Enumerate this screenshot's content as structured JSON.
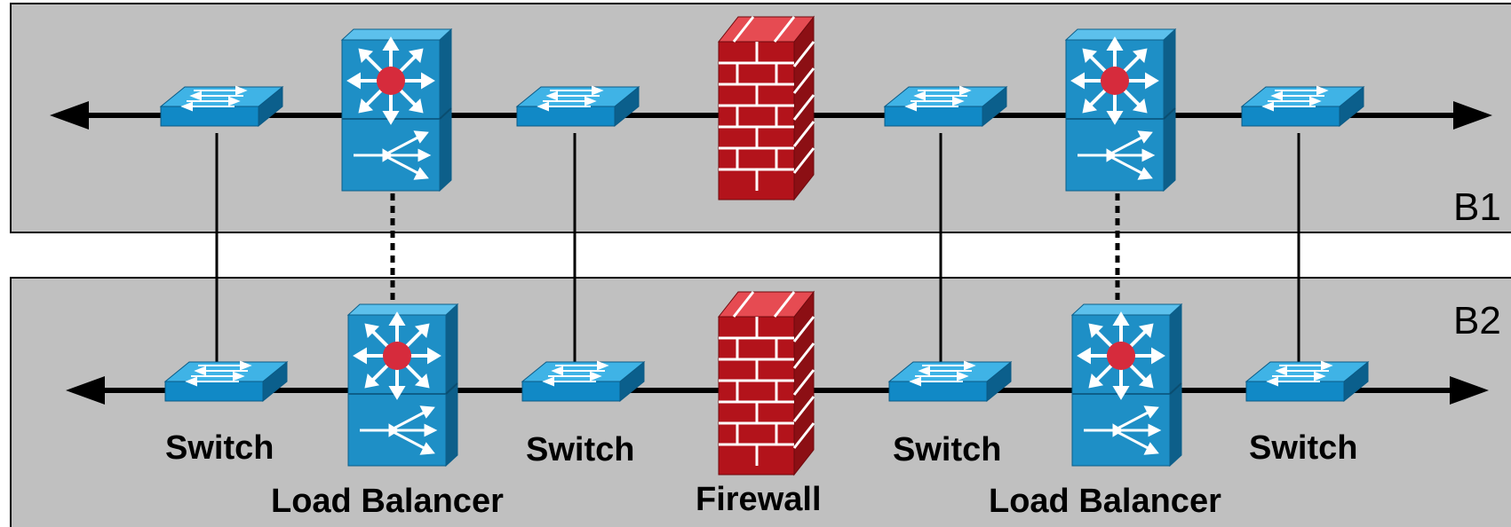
{
  "zones": [
    {
      "id": "b1",
      "label": "B1"
    },
    {
      "id": "b2",
      "label": "B2"
    }
  ],
  "device_labels": {
    "switch_1": "Switch",
    "switch_2": "Switch",
    "switch_3": "Switch",
    "switch_4": "Switch",
    "lb_1": "Load Balancer",
    "firewall": "Firewall",
    "lb_2": "Load Balancer"
  },
  "colors": {
    "zone_fill": "#c0c0c0",
    "device_blue": "#1e8fc6",
    "device_blue_dark": "#0d5f8a",
    "device_blue_light": "#5cc0ec",
    "firewall_red": "#c4161c",
    "hub_dot": "#d62b3c",
    "line": "#000000"
  },
  "icons": [
    "switch-icon",
    "load-balancer-icon",
    "firewall-icon",
    "arrow-left-icon",
    "arrow-right-icon"
  ]
}
